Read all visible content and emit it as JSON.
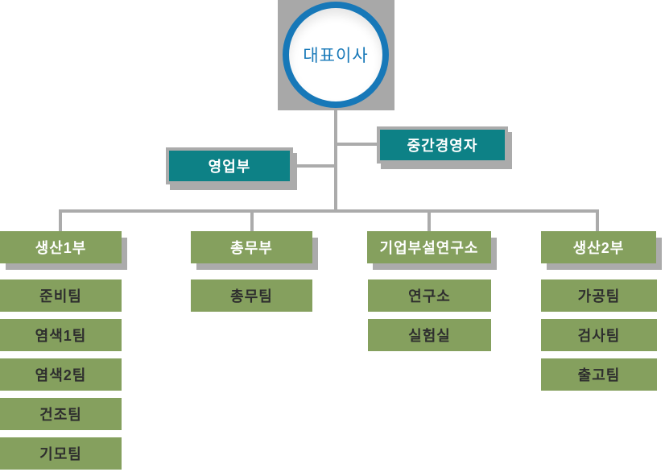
{
  "org": {
    "ceo": {
      "label": "대표이사"
    },
    "staff": [
      {
        "id": "middle-manager",
        "label": "중간경영자"
      },
      {
        "id": "sales-dept",
        "label": "영업부"
      }
    ],
    "departments": [
      {
        "label": "생산1부",
        "teams": [
          "준비팀",
          "염색1팀",
          "염색2팀",
          "건조팀",
          "기모팀"
        ]
      },
      {
        "label": "총무부",
        "teams": [
          "총무팀"
        ]
      },
      {
        "label": "기업부설연구소",
        "teams": [
          "연구소",
          "실험실"
        ]
      },
      {
        "label": "생산2부",
        "teams": [
          "가공팀",
          "검사팀",
          "출고팀"
        ]
      }
    ]
  },
  "colors": {
    "teal": "#0d8186",
    "green": "#85a05e",
    "gray": "#ababab",
    "blue": "#1778b8",
    "team_text": "#2e2e2e",
    "box_text": "#ffffff"
  }
}
